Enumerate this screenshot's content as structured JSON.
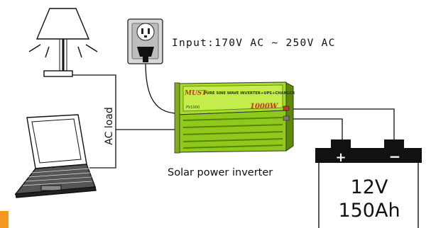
{
  "input_label": "Input:170V AC ~ 250V AC",
  "ac_load_label": "AC load",
  "inverter_label": "Solar power inverter",
  "battery": {
    "voltage": "12V",
    "capacity": "150Ah",
    "plus_symbol": "+",
    "minus_symbol": "−"
  },
  "inverter_panel": {
    "brand": "MUST",
    "title": "PURE SINE WAVE INVERTER+UPS+CHARGER",
    "power": "1000W",
    "model": "PV1000"
  },
  "colors": {
    "inverter_green": "#9ed81f",
    "inverter_dark": "#6f9d12",
    "accent_orange": "#f39a1e",
    "wire": "#111111"
  }
}
